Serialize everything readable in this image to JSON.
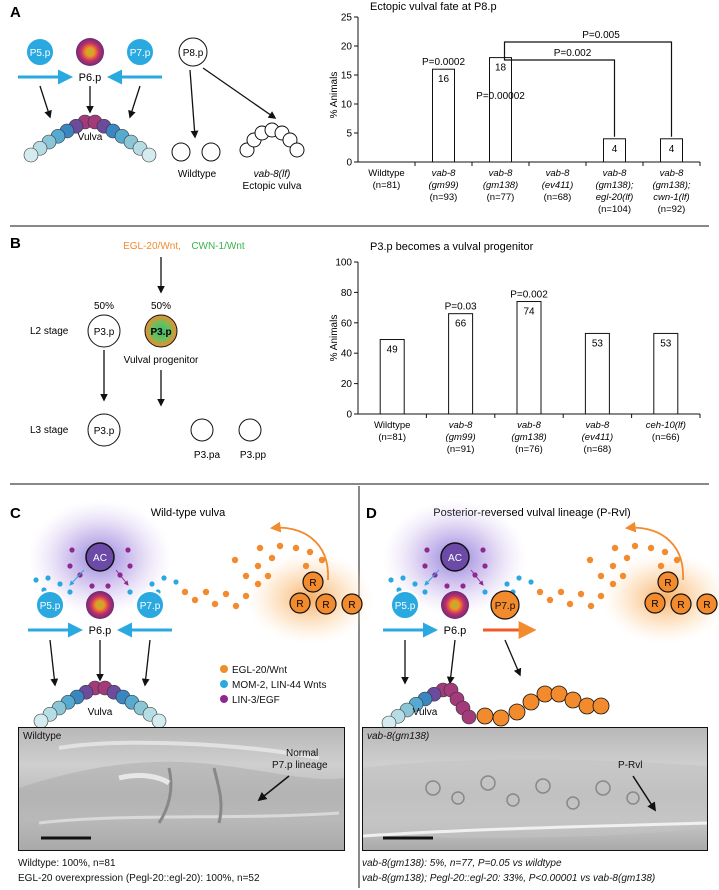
{
  "panels": {
    "A": {
      "letter": "A",
      "schematic": {
        "cells": [
          "P5.p",
          "P6.p",
          "P7.p",
          "P8.p"
        ],
        "vulva_label": "Vulva",
        "wildtype_label": "Wildtype",
        "mutant_label": "vab-8(lf)",
        "mutant_sub": "Ectopic vulva"
      },
      "chart_data": {
        "type": "bar",
        "title": "Ectopic vulval fate at P8.p",
        "ylabel": "% Animals",
        "ylim": [
          0,
          25
        ],
        "yticks": [
          0,
          5,
          10,
          15,
          20,
          25
        ],
        "categories": [
          [
            "Wildtype",
            "(n=81)"
          ],
          [
            "vab-8",
            "(gm99)",
            "(n=93)"
          ],
          [
            "vab-8",
            "(gm138)",
            "(n=77)"
          ],
          [
            "vab-8",
            "(ev411)",
            "(n=68)"
          ],
          [
            "vab-8",
            "(gm138);",
            "egl-20(lf)",
            "(n=104)"
          ],
          [
            "vab-8",
            "(gm138);",
            "cwn-1(lf)",
            "(n=92)"
          ]
        ],
        "values": [
          0,
          16,
          18,
          0,
          4,
          4
        ],
        "bar_labels": [
          "",
          "16",
          "18",
          "",
          "4",
          "4"
        ],
        "pvalues": [
          {
            "bar": 1,
            "text": "P=0.0002"
          },
          {
            "bar": 2,
            "text": "P=0.00002"
          }
        ],
        "brackets": [
          {
            "from": 2,
            "to": 4,
            "text": "P=0.002"
          },
          {
            "from": 2,
            "to": 5,
            "text": "P=0.005"
          }
        ]
      }
    },
    "B": {
      "letter": "B",
      "schematic": {
        "wnt_label_1": "EGL-20/Wnt,",
        "wnt_label_2": "CWN-1/Wnt",
        "percent_left": "50%",
        "percent_right": "50%",
        "l2_label": "L2 stage",
        "l3_label": "L3 stage",
        "p3p": "P3.p",
        "vulval_progenitor": "Vulval progenitor",
        "p3pa": "P3.pa",
        "p3pp": "P3.pp"
      },
      "chart_data": {
        "type": "bar",
        "title": "P3.p becomes a vulval progenitor",
        "ylabel": "% Animals",
        "ylim": [
          0,
          100
        ],
        "yticks": [
          0,
          20,
          40,
          60,
          80,
          100
        ],
        "categories": [
          [
            "Wildtype",
            "(n=81)"
          ],
          [
            "vab-8",
            "(gm99)",
            "(n=91)"
          ],
          [
            "vab-8",
            "(gm138)",
            "(n=76)"
          ],
          [
            "vab-8",
            "(ev411)",
            "(n=68)"
          ],
          [
            "ceh-10(lf)",
            "(n=66)"
          ]
        ],
        "values": [
          49,
          66,
          74,
          53,
          53
        ],
        "bar_labels": [
          "49",
          "66",
          "74",
          "53",
          "53"
        ],
        "pvalues": [
          {
            "bar": 1,
            "text": "P=0.03"
          },
          {
            "bar": 2,
            "text": "P=0.002"
          }
        ]
      }
    },
    "C": {
      "letter": "C",
      "title": "Wild-type vulva",
      "ac": "AC",
      "r": "R",
      "p5p": "P5.p",
      "p6p": "P6.p",
      "p7p": "P7.p",
      "vulva_label": "Vulva",
      "legend": [
        {
          "label": "EGL-20/Wnt",
          "color": "#f28a2e"
        },
        {
          "label": "MOM-2, LIN-44 Wnts",
          "color": "#29a9e0"
        },
        {
          "label": "LIN-3/EGF",
          "color": "#8e2a8e"
        }
      ],
      "micro_label": "Wildtype",
      "micro_annotation_1": "Normal",
      "micro_annotation_2": "P7.p lineage",
      "caption_1": "Wildtype: 100%, n=81",
      "caption_2": "EGL-20 overexpression (Pegl-20::egl-20): 100%, n=52"
    },
    "D": {
      "letter": "D",
      "title": "Posterior-reversed vulval lineage (P-Rvl)",
      "ac": "AC",
      "r": "R",
      "p5p": "P5.p",
      "p6p": "P6.p",
      "p7p": "P7.p",
      "vulva_label_1": "Vulva",
      "vulva_label_2": "Vulva",
      "micro_label": "vab-8(gm138)",
      "micro_annotation": "P-Rvl",
      "caption_1": "vab-8(gm138): 5%, n=77, P=0.05 vs wildtype",
      "caption_2": "vab-8(gm138); Pegl-20::egl-20: 33%, P<0.00001 vs vab-8(gm138)"
    }
  }
}
